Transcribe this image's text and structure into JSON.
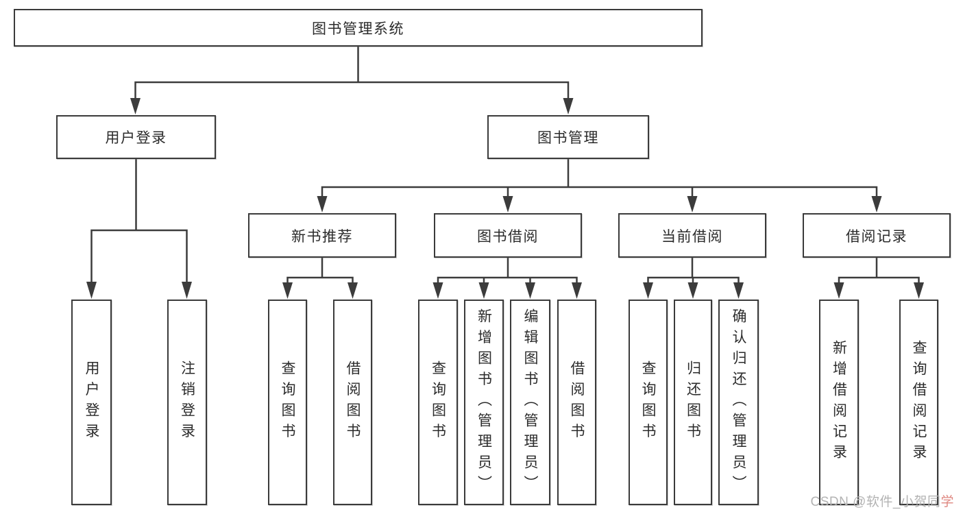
{
  "diagram": {
    "root": {
      "label": "图书管理系统"
    },
    "branches": [
      {
        "label": "用户登录",
        "children": [
          {
            "label": "用户登录"
          },
          {
            "label": "注销登录"
          }
        ]
      },
      {
        "label": "图书管理",
        "children": [
          {
            "label": "新书推荐",
            "children": [
              {
                "label": "查询图书"
              },
              {
                "label": "借阅图书"
              }
            ]
          },
          {
            "label": "图书借阅",
            "children": [
              {
                "label": "查询图书"
              },
              {
                "label": "新增图书（管理员）"
              },
              {
                "label": "编辑图书（管理员）"
              },
              {
                "label": "借阅图书"
              }
            ]
          },
          {
            "label": "当前借阅",
            "children": [
              {
                "label": "查询图书"
              },
              {
                "label": "归还图书"
              },
              {
                "label": "确认归还（管理员）"
              }
            ]
          },
          {
            "label": "借阅记录",
            "children": [
              {
                "label": "新增借阅记录"
              },
              {
                "label": "查询借阅记录"
              }
            ]
          }
        ]
      }
    ]
  },
  "watermark": {
    "text": "CSDN @软件_小贺同",
    "accent": "学"
  },
  "colors": {
    "line": "#3c3c3c",
    "box_border": "#3a3a3a",
    "text": "#2b2b2b",
    "watermark": "#b3b3b3",
    "background": "#ffffff"
  }
}
